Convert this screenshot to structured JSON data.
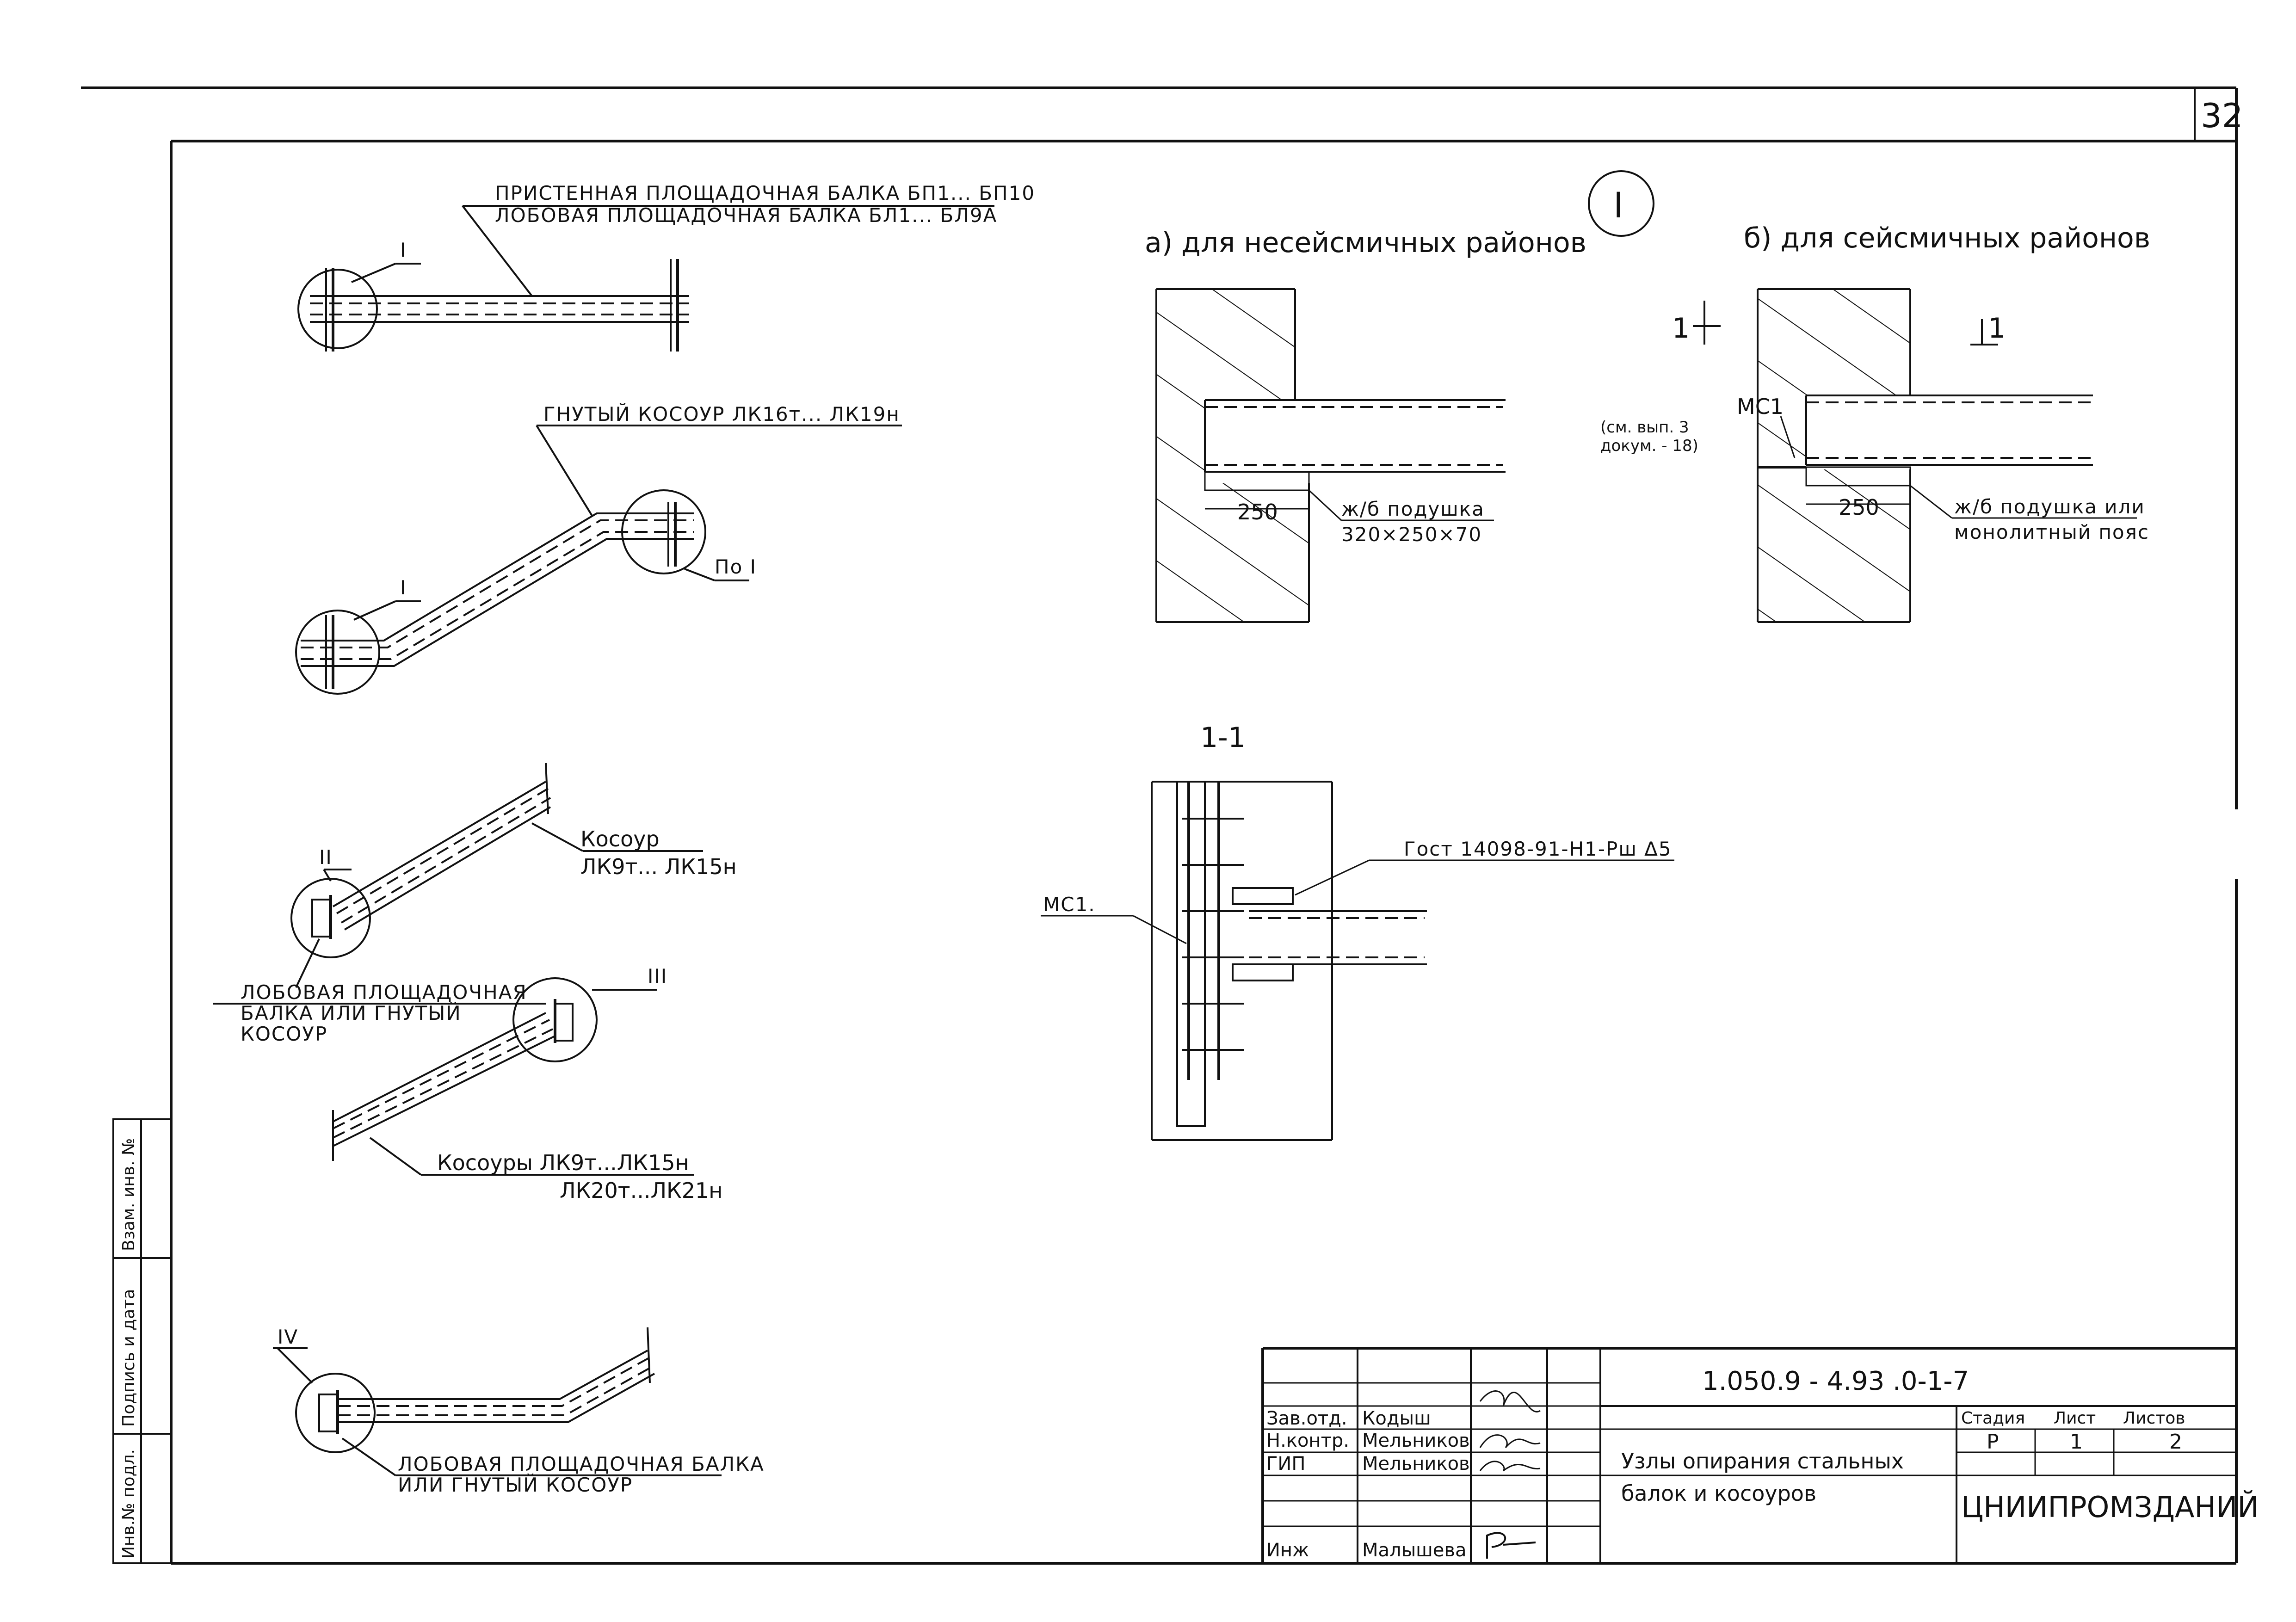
{
  "sheet_number": "32",
  "left_labels": {
    "t1": "ПРИСТЕННАЯ ПЛОЩАДОЧНАЯ БАЛКА БП1... БП10",
    "t2": "ЛОБОВАЯ ПЛОЩАДОЧНАЯ БАЛКА БЛ1... БЛ9А",
    "kosour_bent": "ГНУТЫЙ КОСОУР ЛК16т... ЛК19н",
    "node_I": "I",
    "node_I_mirror": "По I",
    "node_II": "II",
    "node_III": "III",
    "node_IV": "IV",
    "kosour": "Косоур",
    "kosour_marks": "ЛК9т... ЛК15н",
    "front_beam_1": "ЛОБОВАЯ ПЛОЩАДОЧНАЯ",
    "front_beam_2": "БАЛКА ИЛИ ГНУТЫЙ",
    "front_beam_3": "КОСОУР",
    "kosoury": "Косоуры ЛК9т...ЛК15н",
    "kosoury_2": "ЛК20т...ЛК21н",
    "bottom_1": "ЛОБОВАЯ ПЛОЩАДОЧНАЯ БАЛКА",
    "bottom_2": "ИЛИ ГНУТЫЙ КОСОУР"
  },
  "detail": {
    "roman": "I",
    "title_a": "а) для несейсмичных районов",
    "title_b": "б) для сейсмичных районов",
    "dim_a": "250",
    "dim_b": "250",
    "pad_a_1": "ж/б подушка",
    "pad_a_2": "320×250×70",
    "pad_b_1": "ж/б подушка или",
    "pad_b_2": "монолитный пояс",
    "mc1": "МС1",
    "mc1_note_1": "(см. вып. 3",
    "mc1_note_2": "докум. - 18)",
    "cut_mark": "1"
  },
  "section": {
    "title": "1-1",
    "mc1": "МС1.",
    "gost": "Гост 14098-91-Н1-Рш Δ5"
  },
  "side_stamps": {
    "s1": "Инв.№ подл.",
    "s2": "Подпись и дата",
    "s3": "Взам. инв. №"
  },
  "title_block": {
    "code": "1.050.9 - 4.93 .0-1-7",
    "roles": [
      "Зав.отд.",
      "Н.контр.",
      "ГИП",
      "",
      "",
      "Инж"
    ],
    "names": [
      "Кодыш",
      "Мельников",
      "Мельников",
      "",
      "",
      "Малышева"
    ],
    "title_1": "Узлы опирания стальных",
    "title_2": "балок и косоуров",
    "stage_h": "Стадия",
    "sheet_h": "Лист",
    "sheets_h": "Листов",
    "stage": "Р",
    "sheet": "1",
    "sheets": "2",
    "org": "ЦНИИПРОМЗДАНИЙ"
  }
}
